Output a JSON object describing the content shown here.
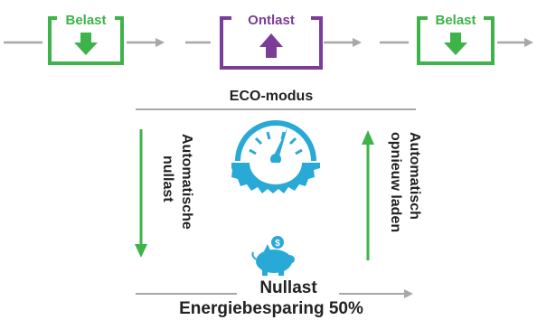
{
  "colors": {
    "green": "#3db34a",
    "purple": "#7b3d96",
    "teal": "#29a9d6",
    "gray": "#a8a8a8",
    "text": "#222222"
  },
  "top_row": {
    "steps": [
      {
        "label": "Belast",
        "icon": "down-arrow-icon",
        "color": "green"
      },
      {
        "label": "Ontlast",
        "icon": "up-arrow-icon",
        "color": "purple"
      },
      {
        "label": "Belast",
        "icon": "down-arrow-icon",
        "color": "green"
      }
    ]
  },
  "eco": {
    "title": "ECO-modus",
    "left_label": [
      "Automatische",
      "nullast"
    ],
    "right_label": [
      "Automatisch",
      "opnieuw laden"
    ],
    "center_icon": "gauge-gear-icon",
    "bottom_icon": "piggy-bank-icon",
    "bottom_title": "Nullast",
    "bottom_subtitle": "Energiebesparing 50%"
  }
}
